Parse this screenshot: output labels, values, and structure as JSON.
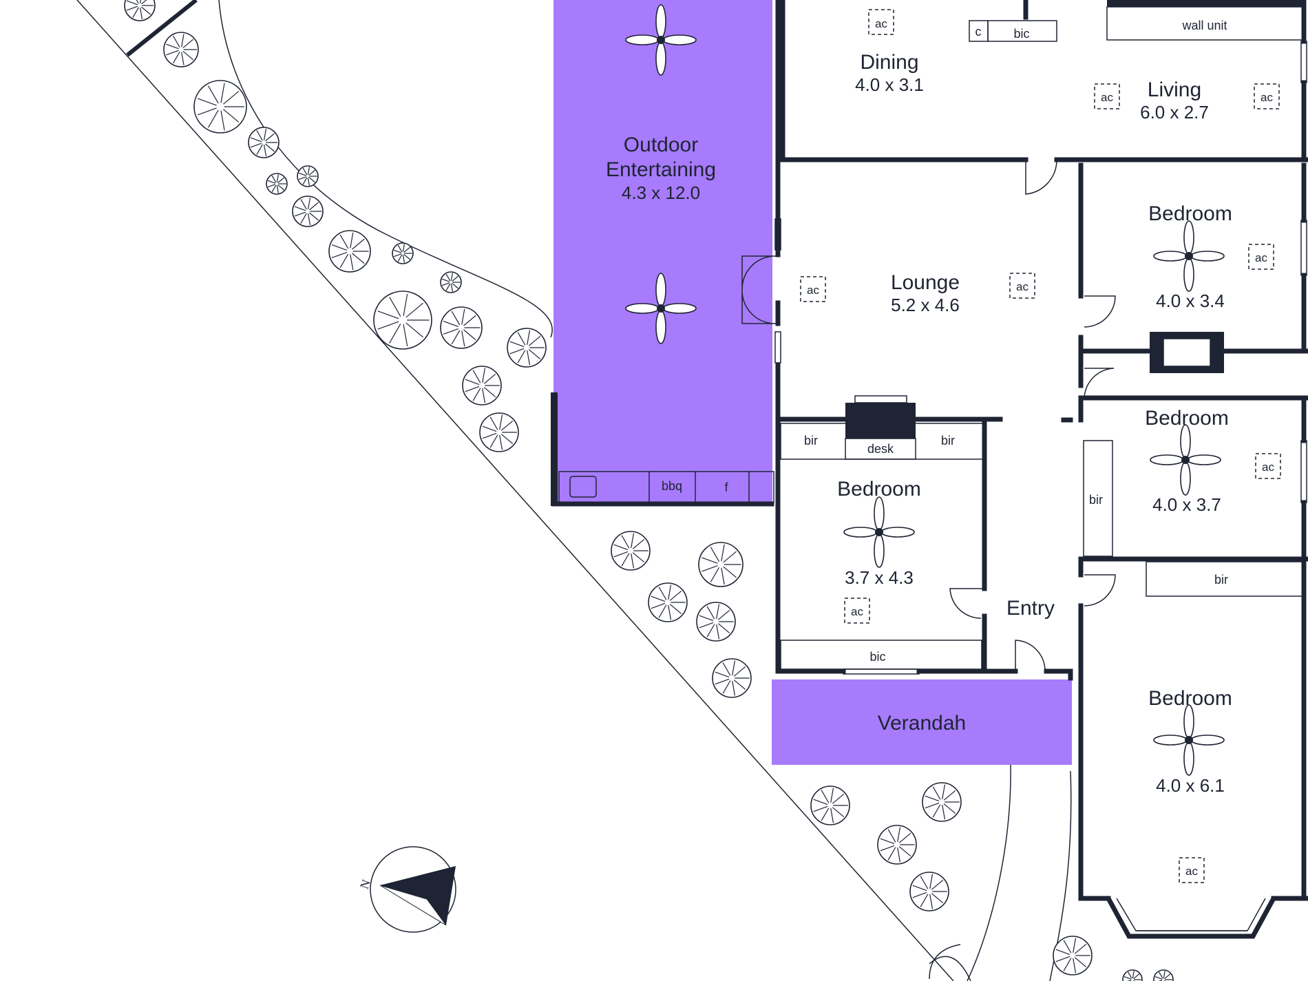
{
  "colors": {
    "highlight": "#a77bfb",
    "wall": "#1e2433",
    "background": "#ffffff"
  },
  "rooms": {
    "outdoor": {
      "name_line1": "Outdoor",
      "name_line2": "Entertaining",
      "dims": "4.3 x 12.0"
    },
    "dining": {
      "name": "Dining",
      "dims": "4.0 x 3.1"
    },
    "living": {
      "name": "Living",
      "dims": "6.0 x 2.7"
    },
    "lounge": {
      "name": "Lounge",
      "dims": "5.2 x 4.6"
    },
    "bedroom_ne": {
      "name": "Bedroom",
      "dims": "4.0 x 3.4"
    },
    "bedroom_e": {
      "name": "Bedroom",
      "dims": "4.0 x 3.7"
    },
    "bedroom_w": {
      "name": "Bedroom",
      "dims": "3.7 x 4.3"
    },
    "bedroom_se": {
      "name": "Bedroom",
      "dims": "4.0 x 6.1"
    },
    "entry": {
      "name": "Entry"
    },
    "verandah": {
      "name": "Verandah"
    }
  },
  "fixtures": {
    "ac": "ac",
    "bic": "bic",
    "bir": "bir",
    "c": "c",
    "wall_unit": "wall unit",
    "desk": "desk",
    "bbq": "bbq",
    "f": "f"
  },
  "compass": {
    "label": "N",
    "icon": "north-arrow-icon"
  }
}
